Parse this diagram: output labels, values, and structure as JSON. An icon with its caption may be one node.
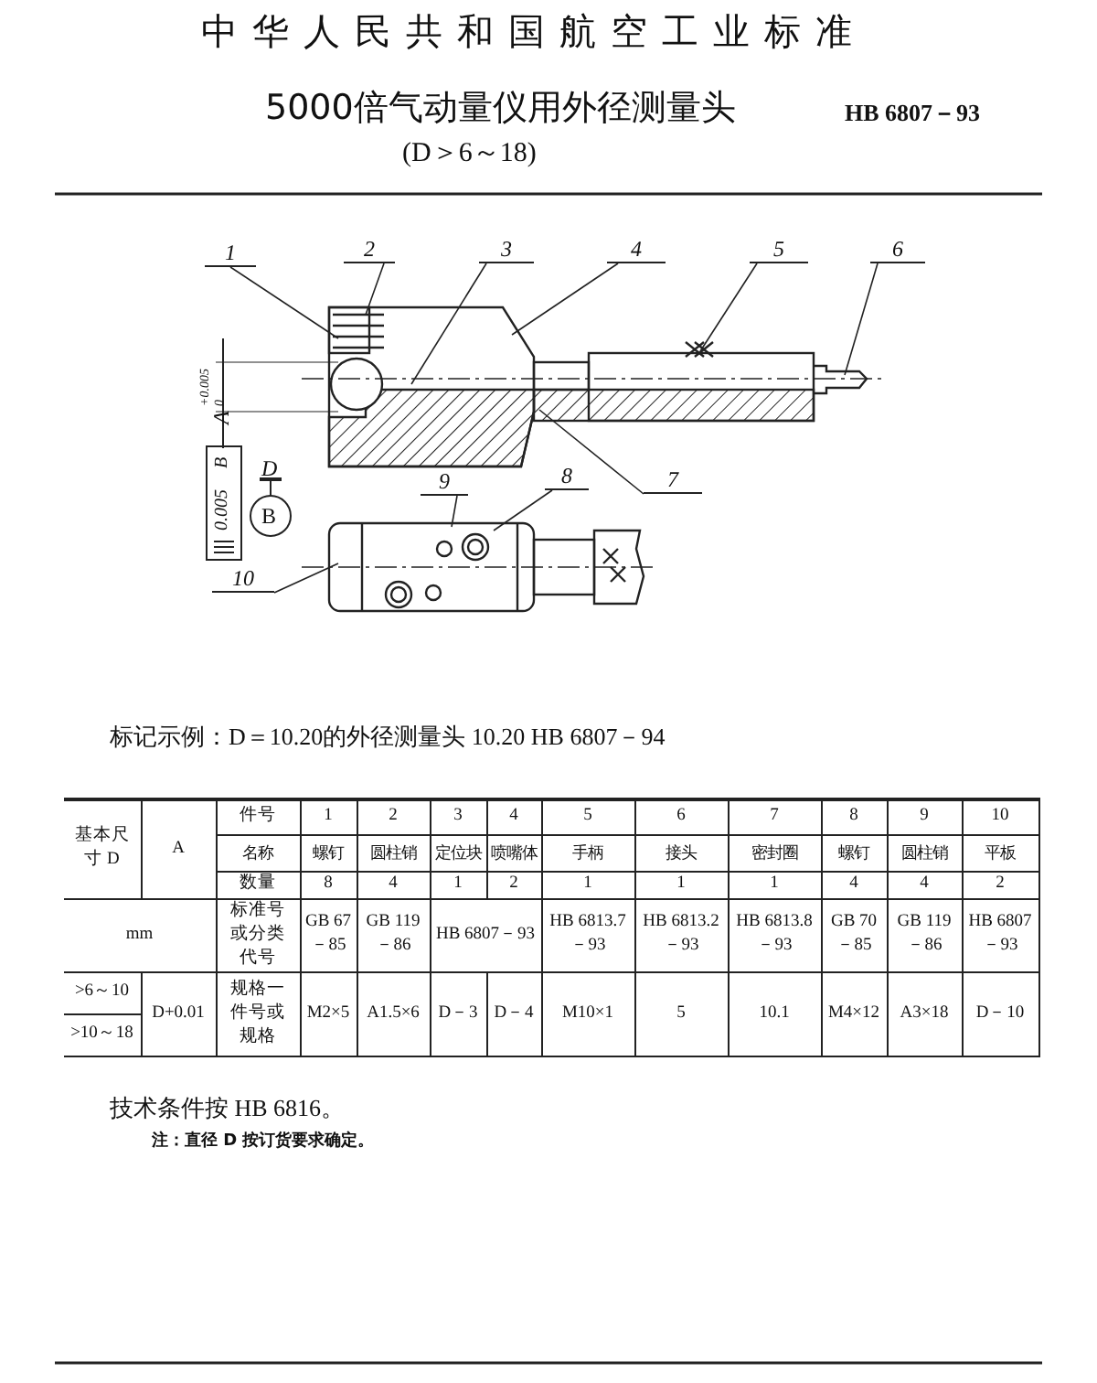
{
  "diagram": {
    "title": "5000倍气动量仪用外径测量头",
    "nodes": [
      {
        "text": [
          "1"
        ]
      },
      {
        "text": [
          "2"
        ]
      },
      {
        "text": [
          "3"
        ]
      },
      {
        "text": [
          "4"
        ]
      },
      {
        "text": [
          "5"
        ]
      },
      {
        "text": [
          "6"
        ]
      },
      {
        "text": [
          "7"
        ]
      },
      {
        "text": [
          "8"
        ]
      },
      {
        "text": [
          "9"
        ]
      },
      {
        "text": [
          "10"
        ]
      }
    ],
    "edges": [
      {
        "from": 0,
        "to": null,
        "arrow": "none"
      },
      {
        "from": 1,
        "to": null,
        "arrow": "none"
      },
      {
        "from": 2,
        "to": null,
        "arrow": "none"
      },
      {
        "from": 3,
        "to": null,
        "arrow": "none"
      },
      {
        "from": 4,
        "to": null,
        "arrow": "none"
      },
      {
        "from": 5,
        "to": null,
        "arrow": "none"
      },
      {
        "from": 6,
        "to": null,
        "arrow": "none"
      },
      {
        "from": 7,
        "to": null,
        "arrow": "none"
      },
      {
        "from": 8,
        "to": null,
        "arrow": "none"
      },
      {
        "from": 9,
        "to": null,
        "arrow": "none"
      }
    ],
    "labels": [
      "中华人民共和国航空工业标准",
      "HB 6807－93",
      "(D＞6～18)",
      "A",
      "+0.005",
      "0",
      "D",
      "B",
      "0.005",
      "B",
      "标记示例：D＝10.20的外径测量头 10.20 HB 6807－94",
      "基本尺寸 D",
      "A",
      "件号",
      "1",
      "2",
      "3",
      "4",
      "5",
      "6",
      "7",
      "8",
      "9",
      "10",
      "名称",
      "螺钉",
      "圆柱销",
      "定位块",
      "喷嘴体",
      "手柄",
      "接头",
      "密封圈",
      "螺钉",
      "圆柱销",
      "平板",
      "数量",
      "8",
      "4",
      "1",
      "2",
      "1",
      "1",
      "1",
      "4",
      "4",
      "2",
      "mm",
      "标准号或分类代号",
      "GB 67 －85",
      "GB 119 －86",
      "HB 6807－93",
      "HB 6813.7 －93",
      "HB 6813.2 －93",
      "HB 6813.8 －93",
      "GB 70 －85",
      "GB 119 －86",
      "HB 6807 －93",
      ">6～10",
      "D+0.01",
      "规格一件号或规格",
      "M2×5",
      "A1.5×6",
      "D－3",
      "D－4",
      "M10×1",
      "5",
      "10.1",
      "M4×12",
      "A3×18",
      "D－10",
      ">10～18",
      "技术条件按 HB 6816。",
      "注：直径 D 按订货要求确定。"
    ]
  }
}
